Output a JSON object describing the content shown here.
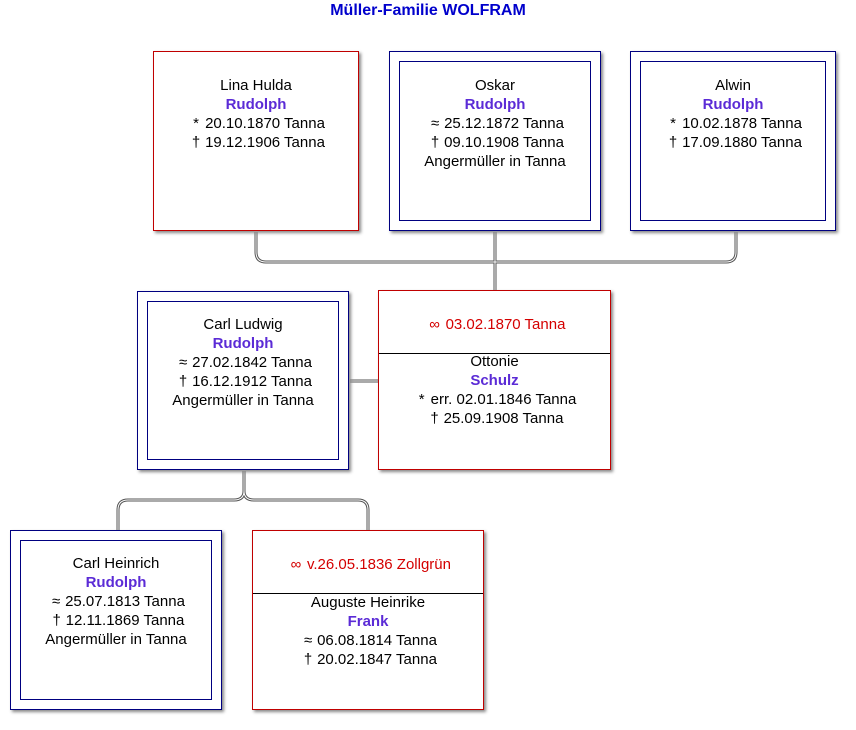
{
  "title": "Müller-Familie WOLFRAM",
  "symbols": {
    "born": "*",
    "baptized": "≈",
    "died": "†",
    "marriage": "∞"
  },
  "colors": {
    "male_border": "#000080",
    "female_border": "#c00000",
    "surname": "#5b2bd6",
    "marriage_text": "#d40000",
    "title": "#0000cc"
  },
  "children": [
    {
      "given": "Lina Hulda",
      "surname": "Rudolph",
      "event1_sym": "*",
      "event1": "20.10.1870 Tanna",
      "event2_sym": "†",
      "event2": "19.12.1906 Tanna",
      "occupation": ""
    },
    {
      "given": "Oskar",
      "surname": "Rudolph",
      "event1_sym": "≈",
      "event1": "25.12.1872 Tanna",
      "event2_sym": "†",
      "event2": "09.10.1908 Tanna",
      "occupation": "Angermüller in Tanna"
    },
    {
      "given": "Alwin",
      "surname": "Rudolph",
      "event1_sym": "*",
      "event1": "10.02.1878 Tanna",
      "event2_sym": "†",
      "event2": "17.09.1880 Tanna",
      "occupation": ""
    }
  ],
  "father": {
    "given": "Carl Ludwig",
    "surname": "Rudolph",
    "event1_sym": "≈",
    "event1": "27.02.1842 Tanna",
    "event2_sym": "†",
    "event2": "16.12.1912 Tanna",
    "occupation": "Angermüller in Tanna"
  },
  "mother": {
    "marriage": "03.02.1870 Tanna",
    "given": "Ottonie",
    "surname": "Schulz",
    "event1_sym": "*",
    "event1": "err. 02.01.1846 Tanna",
    "event2_sym": "†",
    "event2": "25.09.1908 Tanna"
  },
  "grandfather": {
    "given": "Carl Heinrich",
    "surname": "Rudolph",
    "event1_sym": "≈",
    "event1": "25.07.1813 Tanna",
    "event2_sym": "†",
    "event2": "12.11.1869 Tanna",
    "occupation": "Angermüller in Tanna"
  },
  "grandmother": {
    "marriage": "v.26.05.1836 Zollgrün",
    "given": "Auguste Heinrike",
    "surname": "Frank",
    "event1_sym": "≈",
    "event1": "06.08.1814 Tanna",
    "event2_sym": "†",
    "event2": "20.02.1847 Tanna"
  }
}
